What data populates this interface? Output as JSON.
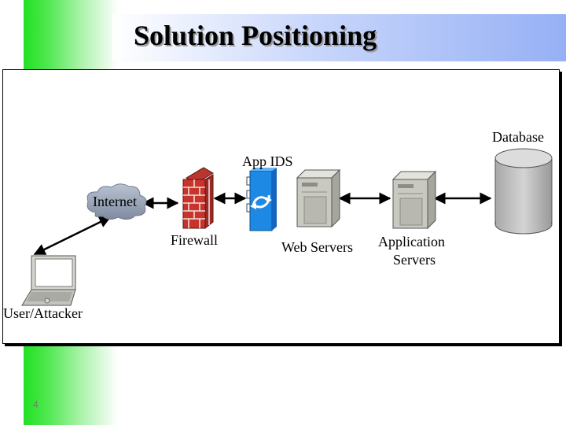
{
  "slide": {
    "title": "Solution Positioning",
    "page_number": "4"
  },
  "diagram": {
    "nodes": {
      "database": "Database",
      "app_ids": "App IDS",
      "internet": "Internet",
      "firewall": "Firewall",
      "web_servers": "Web Servers",
      "app_servers_line1": "Application",
      "app_servers_line2": "Servers",
      "user": "User/Attacker"
    },
    "icons": [
      "laptop-icon",
      "cloud-icon",
      "firewall-icon",
      "ids-icon",
      "server-icon",
      "server-icon",
      "database-icon"
    ],
    "colors": {
      "accent_green": "#22e022",
      "title_blue": "#96b0f5",
      "firewall_red": "#c8342c",
      "ids_blue": "#1e88e5",
      "server_gray": "#c9c9c2"
    }
  }
}
